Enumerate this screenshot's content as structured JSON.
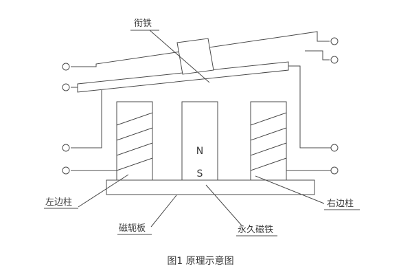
{
  "diagram": {
    "labels": {
      "armature": "衔铁",
      "left_column": "左边柱",
      "yoke_plate": "磁轭板",
      "permanent_magnet": "永久磁铁",
      "right_column": "右边柱"
    },
    "magnet": {
      "north": "N",
      "south": "S"
    },
    "caption": "图1  原理示意图",
    "colors": {
      "line": "#4a4a4a",
      "text": "#3a3a3a",
      "background": "#ffffff"
    }
  }
}
